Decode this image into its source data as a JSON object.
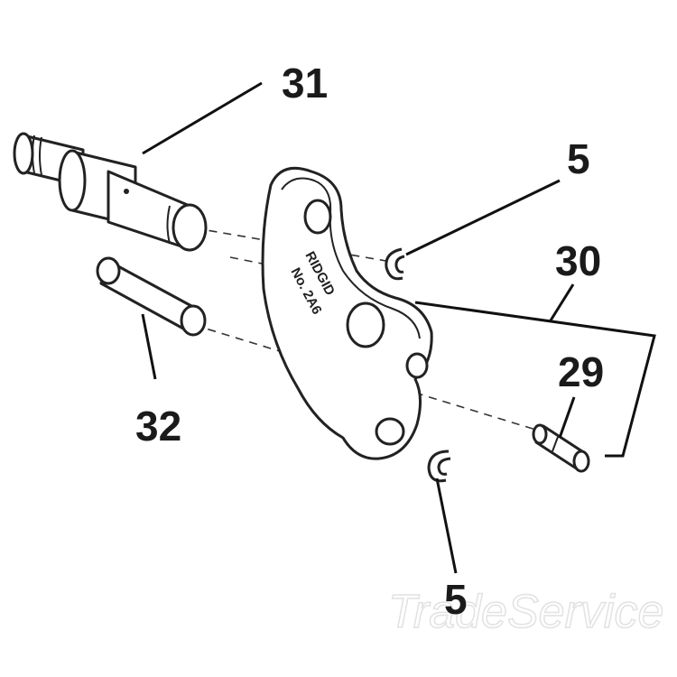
{
  "diagram": {
    "callouts": [
      {
        "id": "31",
        "label": "31"
      },
      {
        "id": "5-top",
        "label": "5"
      },
      {
        "id": "30",
        "label": "30"
      },
      {
        "id": "29",
        "label": "29"
      },
      {
        "id": "32",
        "label": "32"
      },
      {
        "id": "5-bottom",
        "label": "5"
      }
    ],
    "part_markings": {
      "brand": "RIDGID",
      "model": "No. 2A6"
    },
    "watermark": "TradeService"
  }
}
